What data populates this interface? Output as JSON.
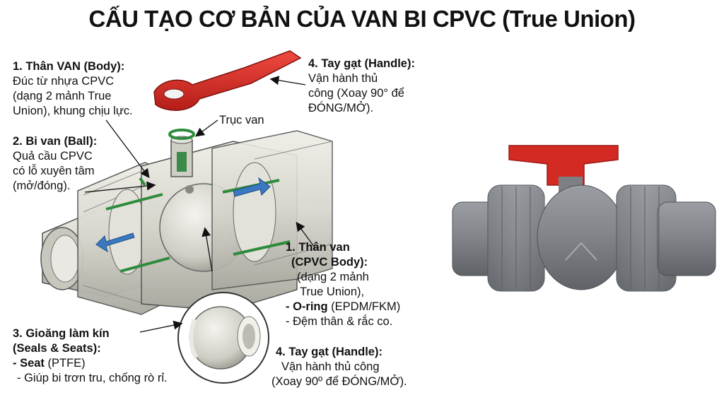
{
  "title": "CẤU TẠO CƠ BẢN CỦA VAN BI CPVC (True Union)",
  "labels": {
    "body_top": {
      "heading": "1. Thân VAN (Body):",
      "text": "Đúc từ nhựa CPVC\n(dạng 2 mảnh True\nUnion), khung chịu lực."
    },
    "ball": {
      "heading": "2. Bi van (Ball):",
      "text": "Quả cầu CPVC\ncó lỗ xuyên tâm\n(mở/đóng)."
    },
    "stem": {
      "text": "Trục van"
    },
    "handle_top": {
      "heading": "4. Tay gạt (Handle):",
      "text": "Vận hành thủ\ncông (Xoay 90° để\nĐÓNG/MỞ)."
    },
    "body_right": {
      "heading1": "1. Thân van",
      "heading2": "(CPVC Body):",
      "line1": "(dạng 2 mảnh",
      "line2": "True Union),",
      "oring_bold": "- O-ring",
      "oring_rest": " (EPDM/FKM)",
      "line4": "- Đệm thân & rắc co."
    },
    "seals": {
      "heading1": "3. Gioăng làm kín",
      "heading2": "(Seals & Seats):",
      "seat_bold": "- Seat",
      "seat_rest": " (PTFE)",
      "line3": "- Giúp bi trơn tru, chống rò rỉ."
    },
    "handle_bottom": {
      "heading": "4. Tay gạt (Handle):",
      "line1": "Vận hành thủ công",
      "line2": "(Xoay 90º để ĐÓNG/MỞ)."
    }
  },
  "colors": {
    "cpvc_body": "#d9d8cf",
    "handle_red": "#d42a24",
    "seal_green": "#2e8b3c",
    "arrow_blue": "#3a78c0",
    "real_valve_grey": "#7f8387"
  }
}
